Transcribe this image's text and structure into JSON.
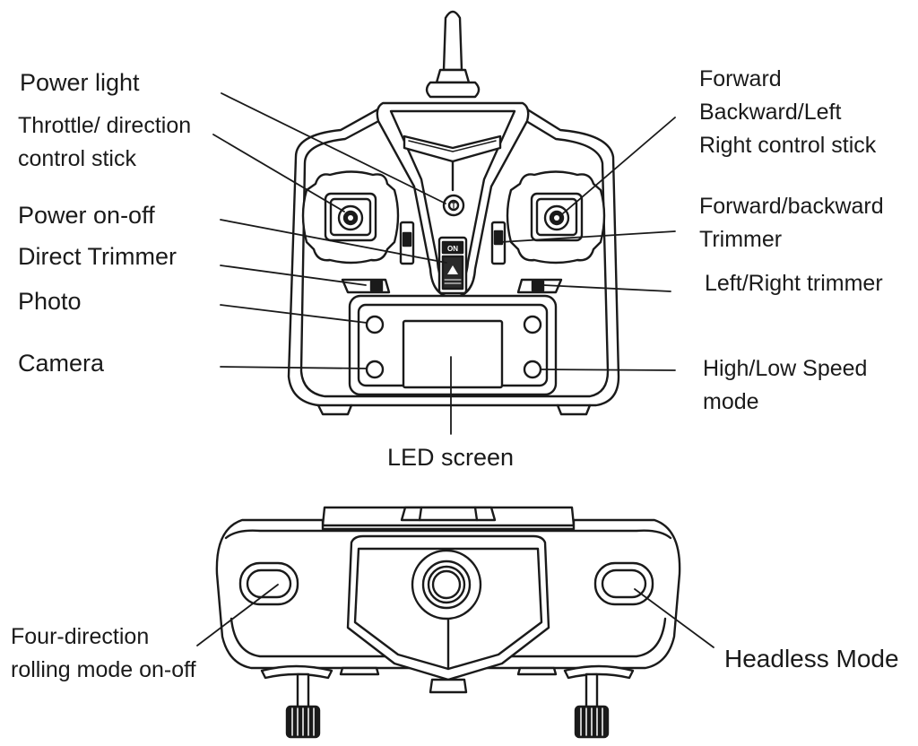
{
  "labels": {
    "power_light": [
      "Power light"
    ],
    "throttle_stick": [
      "Throttle/ direction",
      "control stick"
    ],
    "power_switch": [
      "Power on-off"
    ],
    "direct_trimmer": [
      "Direct Trimmer"
    ],
    "photo": [
      "Photo"
    ],
    "camera": [
      "Camera"
    ],
    "forward_stick": [
      "Forward",
      "Backward/Left",
      "Right control stick"
    ],
    "fb_trimmer": [
      "Forward/backward",
      "Trimmer"
    ],
    "lr_trimmer": [
      "Left/Right  trimmer"
    ],
    "speed_mode": [
      "High/Low Speed",
      "mode"
    ],
    "led_screen": [
      "LED screen"
    ],
    "four_direction": [
      "Four-direction",
      "rolling mode on-off"
    ],
    "headless": [
      "Headless Mode"
    ]
  },
  "switch_text": "ON",
  "colors": {
    "stroke": "#1a1a1a",
    "fill": "#ffffff"
  }
}
